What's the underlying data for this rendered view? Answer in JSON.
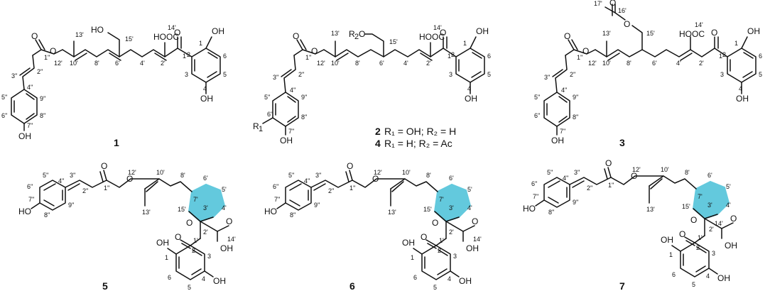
{
  "compounds": [
    {
      "id": "1"
    },
    {
      "id": "2",
      "substituents": "R₁ = OH;  R₂ = H"
    },
    {
      "id": "4",
      "substituents": "R₁ = H;  R₂ = Ac"
    },
    {
      "id": "3"
    },
    {
      "id": "5"
    },
    {
      "id": "6"
    },
    {
      "id": "7"
    }
  ],
  "atoms": {
    "oh": "OH",
    "o": "O",
    "cooh": "HOOC",
    "hooc_l": "HOOC",
    "ho": "HO",
    "r1": "R",
    "r1_sub": "1",
    "r2": "R",
    "r2_sub": "2",
    "r2o": "O"
  },
  "labels": {
    "c1": "1",
    "c2": "2",
    "c3": "3",
    "c4": "4",
    "c5": "5",
    "c6": "6",
    "c1p": "1'",
    "c2p": "2'",
    "c3p": "3'",
    "c4p": "4'",
    "c5p": "5'",
    "c6p": "6'",
    "c7p": "7'",
    "c8p": "8'",
    "c10p": "10'",
    "c12p": "12'",
    "c13p": "13'",
    "c14p": "14'",
    "c15p": "15'",
    "c16p": "16'",
    "c17p": "17'",
    "c1pp": "1''",
    "c2pp": "2''",
    "c3pp": "3''",
    "c4pp": "4''",
    "c5pp": "5''",
    "c6pp": "6''",
    "c7pp": "7''",
    "c8pp": "8''",
    "c9pp": "9''"
  }
}
